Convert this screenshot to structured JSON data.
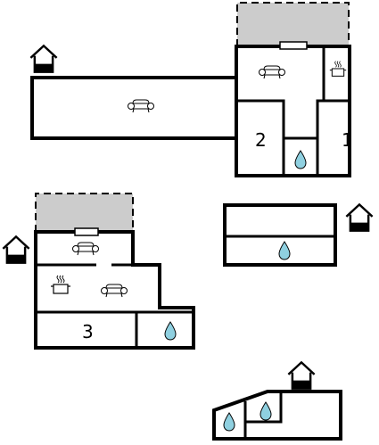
{
  "colors": {
    "wall": "#000000",
    "background": "#ffffff",
    "terrace_fill": "#cccccc",
    "water_drop": "#8fd0e0"
  },
  "icons": {
    "entrance": "house-entrance-icon",
    "sofa": "sofa-icon",
    "cooking_pot": "cooking-pot-icon",
    "bathroom": "water-drop-icon"
  },
  "rooms": {
    "bedroom_1": "1",
    "bedroom_2": "2",
    "bedroom_3": "3"
  }
}
